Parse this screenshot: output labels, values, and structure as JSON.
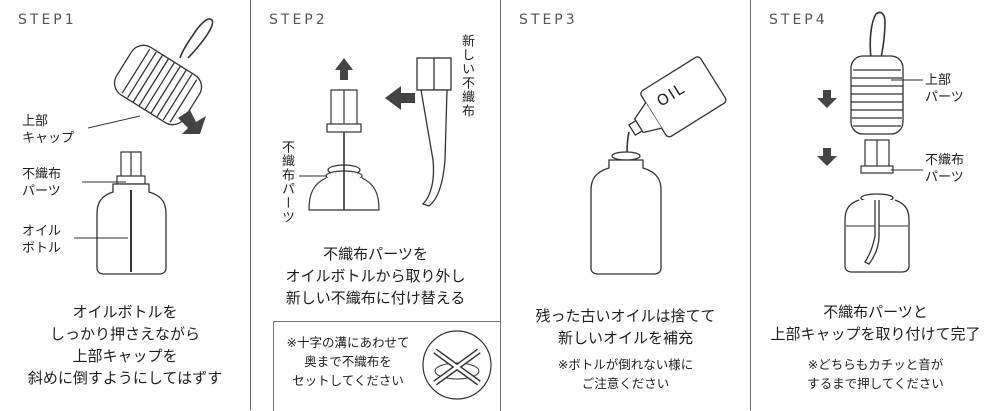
{
  "steps": [
    {
      "step_label": "STEP1",
      "labels": {
        "cap": "上部\nキャップ",
        "filter": "不織布\nパーツ",
        "bottle": "オイル\nボトル"
      },
      "caption": "オイルボトルを\nしっかり押さえながら\n上部キャップを\n斜めに倒すようにしてはずす"
    },
    {
      "step_label": "STEP2",
      "labels": {
        "new_filter": "新しい不織布",
        "filter": "不織布パーツ"
      },
      "caption": "不織布パーツを\nオイルボトルから取り外し\n新しい不織布に付け替える",
      "note": "※十字の溝にあわせて\n奥まで不織布を\nセットしてください"
    },
    {
      "step_label": "STEP3",
      "labels": {
        "oil": "OIL"
      },
      "caption": "残った古いオイルは捨てて\n新しいオイルを補充",
      "note": "※ボトルが倒れない様に\nご注意ください"
    },
    {
      "step_label": "STEP4",
      "labels": {
        "cap": "上部\nパーツ",
        "filter": "不織布\nパーツ"
      },
      "caption": "不織布パーツと\n上部キャップを取り付けて完了",
      "note": "※どちらもカチッと音が\nするまで押してください"
    }
  ]
}
